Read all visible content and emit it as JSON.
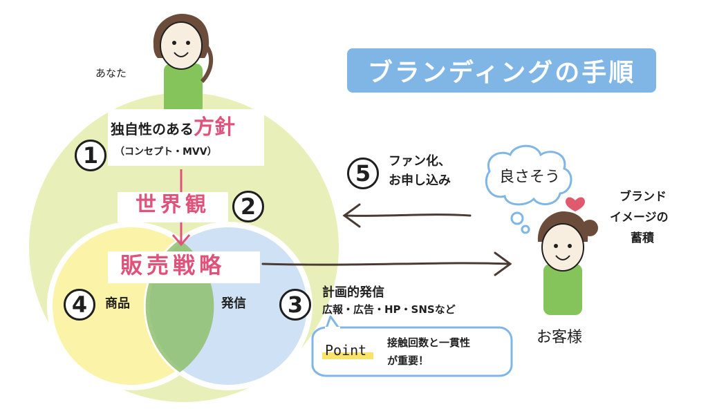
{
  "title": "ブランディングの手順",
  "you_label": "あなた",
  "customer_label": "お客様",
  "thought": "良さそう",
  "brand_note": [
    "ブランド",
    "イメージの",
    "蓄積"
  ],
  "steps": {
    "s1": {
      "num": "1",
      "text_a": "独自性のある",
      "text_b": "方針",
      "sub": "（コンセプト・MVV）"
    },
    "s2": {
      "num": "2",
      "text": "世界観"
    },
    "s3": {
      "num": "3",
      "text": "計画的発信",
      "sub": "広報・広告・HP・SNSなど"
    },
    "s4": {
      "num": "4",
      "text": "商品"
    },
    "s5": {
      "num": "5",
      "line1": "ファン化、",
      "line2": "お申し込み"
    }
  },
  "strategy": "販売戦略",
  "hassin": "発信",
  "point": {
    "tag": "Point",
    "line1": "接触回数と一貫性",
    "line2": "が重要！"
  },
  "colors": {
    "big_circle": "#e9efb9",
    "yellow_circle": "#fbf3a8",
    "blue_circle": "#cfe2f5",
    "overlap": "#8fbf6f",
    "title_bg": "#7fb6e6",
    "accent_pink": "#e0527a",
    "shirt": "#84c45a",
    "heart": "#e05a6e"
  }
}
